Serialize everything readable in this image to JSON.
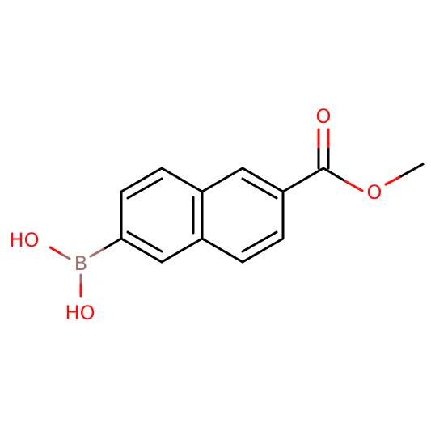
{
  "molecule": {
    "atoms": [
      {
        "id": "O_carbonyl",
        "label": "O",
        "color": "#ff0d0d"
      },
      {
        "id": "O_ester",
        "label": "O",
        "color": "#ff0d0d"
      },
      {
        "id": "B",
        "label": "B",
        "color": "#a0706f"
      },
      {
        "id": "OH_top",
        "label": "HO",
        "color": "#ff0d0d"
      },
      {
        "id": "OH_bottom",
        "label": "HO",
        "color": "#ff0d0d"
      }
    ],
    "colors": {
      "bond": "#000000",
      "oxygen": "#ff0d0d",
      "boron": "#a0706f"
    }
  }
}
